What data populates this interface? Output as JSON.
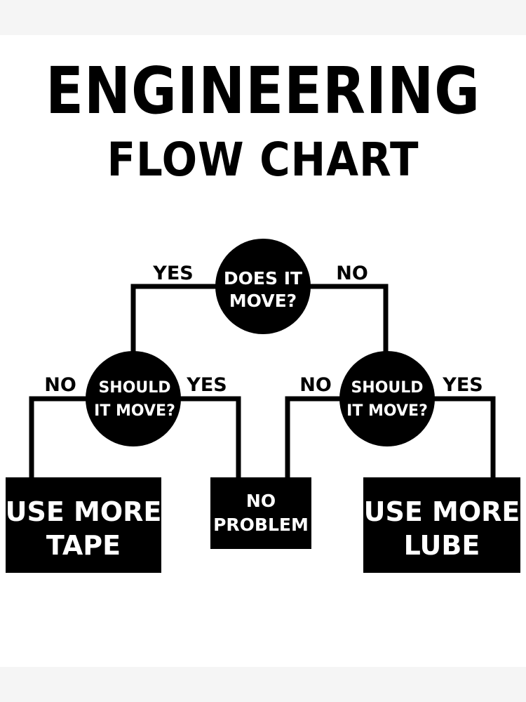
{
  "title": "ENGINEERING",
  "subtitle": "FLOW CHART",
  "colors": {
    "ink": "#000000",
    "paper": "#ffffff",
    "margin": "#f5f5f5"
  },
  "nodes": {
    "root": {
      "line1": "DOES IT",
      "line2": "MOVE?"
    },
    "left_decision": {
      "line1": "SHOULD",
      "line2": "IT MOVE?"
    },
    "right_decision": {
      "line1": "SHOULD",
      "line2": "IT MOVE?"
    },
    "tape": {
      "line1": "USE MORE",
      "line2": "TAPE"
    },
    "no_problem": {
      "line1": "NO",
      "line2": "PROBLEM"
    },
    "lube": {
      "line1": "USE MORE",
      "line2": "LUBE"
    }
  },
  "edges": {
    "root_yes": "YES",
    "root_no": "NO",
    "left_no": "NO",
    "left_yes": "YES",
    "right_no": "NO",
    "right_yes": "YES"
  }
}
